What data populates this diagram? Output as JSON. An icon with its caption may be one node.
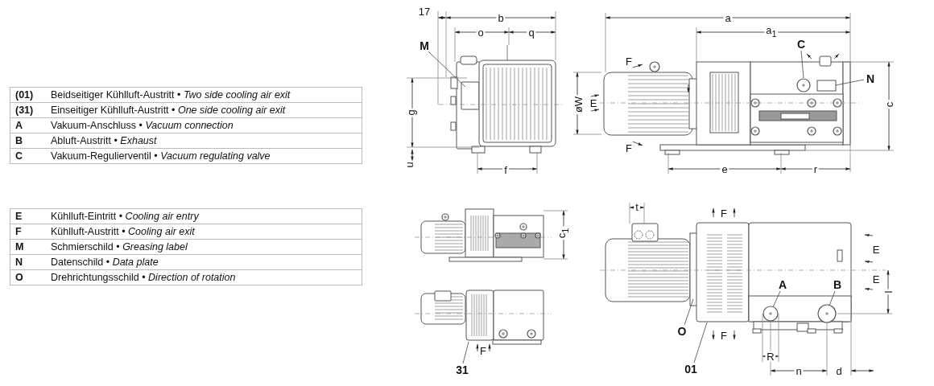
{
  "diagram": {
    "nodes": [
      {
        "text": [
          "M"
        ]
      },
      {
        "text": [
          "C"
        ]
      },
      {
        "text": [
          "N"
        ]
      },
      {
        "text": [
          "A"
        ]
      },
      {
        "text": [
          "B"
        ]
      },
      {
        "text": [
          "O"
        ]
      },
      {
        "text": [
          "01"
        ]
      },
      {
        "text": [
          "31"
        ]
      }
    ],
    "edges": [
      {
        "from": 0,
        "to": null,
        "arrow": "none"
      },
      {
        "from": 1,
        "to": null,
        "arrow": "none"
      },
      {
        "from": 2,
        "to": null,
        "arrow": "none"
      },
      {
        "from": 3,
        "to": null,
        "arrow": "none"
      },
      {
        "from": 4,
        "to": null,
        "arrow": "none"
      },
      {
        "from": 5,
        "to": null,
        "arrow": "none"
      },
      {
        "from": 6,
        "to": null,
        "arrow": "none"
      },
      {
        "from": 7,
        "to": null,
        "arrow": "none"
      }
    ],
    "labels": [
      "(01)",
      "Beidseitiger Kühlluft-Austritt • *Two side cooling air exit*",
      "(31)",
      "Einseitiger Kühlluft-Austritt • *One side cooling air exit*",
      "A",
      "Vakuum-Anschluss • *Vacuum connection*",
      "B",
      "Abluft-Austritt • *Exhaust*",
      "C",
      "Vakuum-Regulierventil • *Vacuum regulating valve*",
      "E",
      "Kühlluft-Eintritt • *Cooling air entry*",
      "F",
      "Kühlluft-Austritt • *Cooling air exit*",
      "M",
      "Schmierschild • *Greasing label*",
      "N",
      "Datenschild • *Data plate*",
      "O",
      "Drehrichtungsschild • *Direction of rotation*",
      "17",
      "b",
      "o",
      "q",
      "g",
      "øW",
      "u",
      "f",
      "a",
      "a$_{1}$",
      "F",
      "E",
      "F",
      "c",
      "e",
      "r",
      "c$_{1}$",
      "F",
      "t",
      "F",
      "E",
      "E",
      "l",
      "F",
      "R",
      "n",
      "d"
    ]
  }
}
